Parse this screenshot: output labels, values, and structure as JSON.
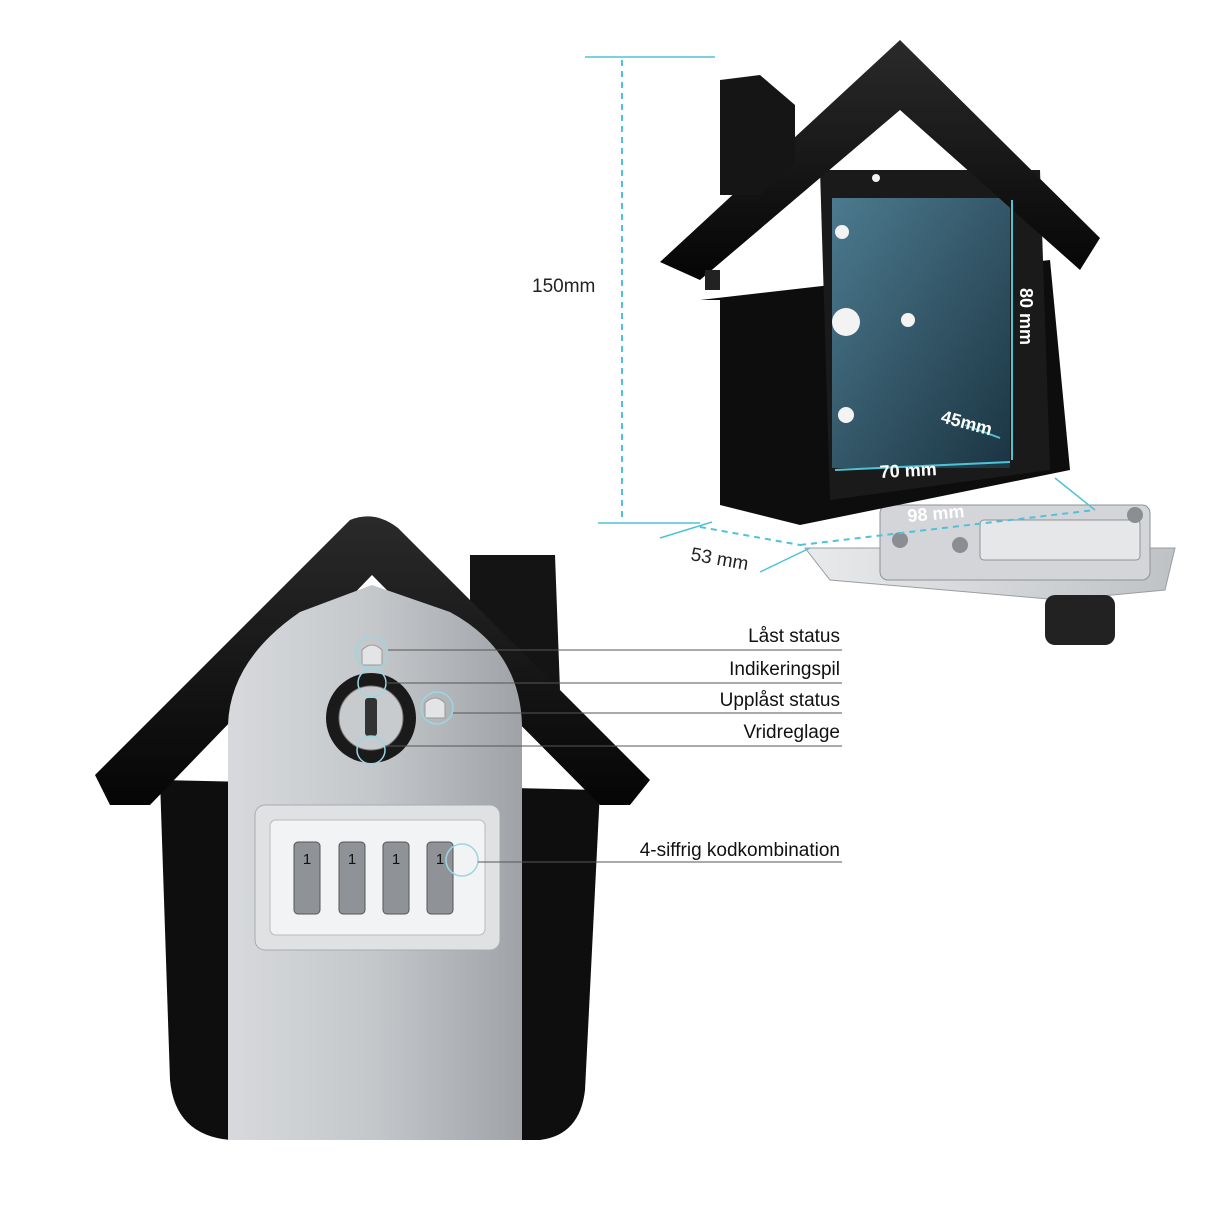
{
  "dimensions": {
    "height": "150mm",
    "depth": "53 mm",
    "width": "98 mm",
    "inner_width": "70 mm",
    "inner_height": "80 mm",
    "inner_depth": "45mm"
  },
  "callouts": [
    {
      "text": "Låst status"
    },
    {
      "text": "Indikeringspil"
    },
    {
      "text": "Upplåst status"
    },
    {
      "text": "Vridreglage"
    },
    {
      "text": "4-siffrig kodkombination"
    }
  ],
  "dials": [
    "1",
    "1",
    "1",
    "1"
  ],
  "colors": {
    "accent": "#4fc3d6",
    "body": "#111111",
    "panel": "#b9bcc0"
  }
}
